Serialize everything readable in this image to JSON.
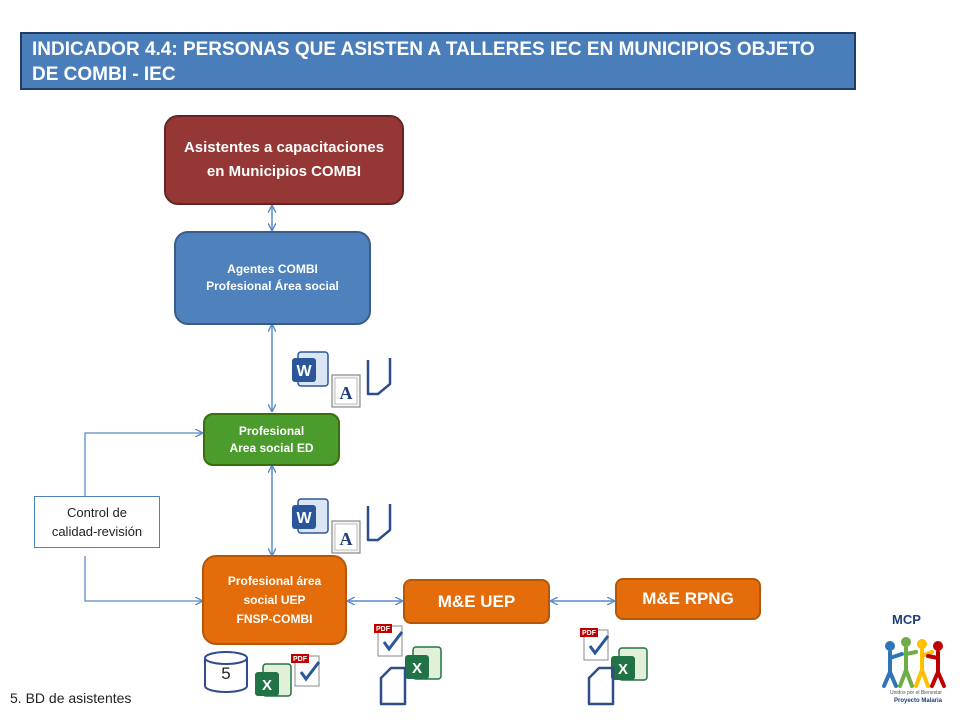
{
  "title": "INDICADOR 4.4: PERSONAS QUE ASISTEN A TALLERES IEC EN MUNICIPIOS OBJETO DE COMBI - IEC",
  "nodes": {
    "asistentes": {
      "line1": "Asistentes a capacitaciones",
      "line2": "en Municipios  COMBI"
    },
    "agentes": {
      "line1": "Agentes COMBI",
      "line2": "Profesional Área social"
    },
    "profesional_ed": {
      "line1": "Profesional",
      "line2": "Area social  ED"
    },
    "profesional_uep": {
      "line1": "Profesional área",
      "line2": "social UEP",
      "line3": "FNSP-COMBI"
    },
    "me_uep": "M&E UEP",
    "me_rpng": "M&E RPNG"
  },
  "control": {
    "line1": "Control de",
    "line2": "calidad-revisión"
  },
  "database_number": "5",
  "caption": "5. BD de asistentes",
  "logo": {
    "text": "MCP",
    "subtitle": "Unidos por el Bienestar",
    "name": "Proyecto Malaria"
  },
  "colors": {
    "title_bg": "#4a7ebb",
    "red": "#953735",
    "blue": "#4f81bd",
    "green": "#4b9b2d",
    "orange": "#e46c0a",
    "line": "#5b8bc8"
  },
  "icons": [
    "word-icon",
    "text-document-icon",
    "document-folder-icon",
    "pdf-icon",
    "excel-icon",
    "database-icon"
  ]
}
